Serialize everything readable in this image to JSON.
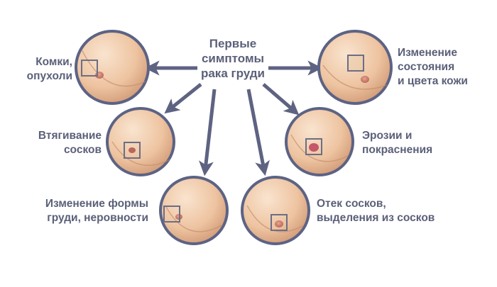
{
  "title": "Первые\nсимптомы\nрака груди",
  "colors": {
    "arrow": "#5e6382",
    "ring": "#5c6384",
    "text": "#5b6079",
    "skin_light": "#f9e4cf",
    "skin_mid": "#e8b894",
    "skin_dark": "#c88e69",
    "nipple": "#c97866",
    "marker": "#6b6e86"
  },
  "symptoms": [
    {
      "label": "Комки,\nопухоли"
    },
    {
      "label": "Изменение\nсостояния\nи цвета кожи"
    },
    {
      "label": "Втягивание\nсосков"
    },
    {
      "label": "Эрозии и\nпокраснения"
    },
    {
      "label": "Изменение формы\nгруди, неровности"
    },
    {
      "label": "Отек сосков,\nвыделения из сосков"
    }
  ]
}
